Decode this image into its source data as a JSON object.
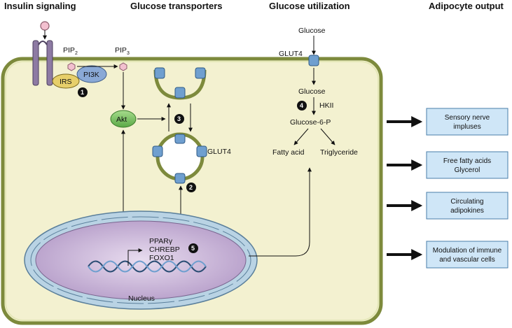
{
  "headers": {
    "insulin_signaling": "Insulin signaling",
    "glucose_transporters": "Glucose transporters",
    "glucose_utilization": "Glucose utilization",
    "adipocyte_output": "Adipocyte output"
  },
  "signaling": {
    "pip2": "PIP",
    "pip2_sub": "2",
    "pip3": "PIP",
    "pip3_sub": "3",
    "irs": "IRS",
    "pi3k": "PI3K",
    "akt": "Akt"
  },
  "transporters": {
    "glut4_vesicle": "GLUT4",
    "glut4_membrane": "GLUT4"
  },
  "utilization": {
    "glucose_top": "Glucose",
    "glucose_inside": "Glucose",
    "hkii": "HKII",
    "g6p": "Glucose-6-P",
    "fatty_acid": "Fatty acid",
    "triglyceride": "Triglyceride"
  },
  "nucleus": {
    "label": "Nucleus",
    "tf1": "PPARγ",
    "tf2": "CHREBP",
    "tf3": "FOXO1"
  },
  "steps": {
    "s1": "1",
    "s2": "2",
    "s3": "3",
    "s4": "4",
    "s5": "5"
  },
  "outputs": {
    "o1_line1": "Sensory nerve",
    "o1_line2": "impluses",
    "o2_line1": "Free fatty acids",
    "o2_line2": "Glycerol",
    "o3_line1": "Circulating",
    "o3_line2": "adipokines",
    "o4_line1": "Modulation of immune",
    "o4_line2": "and vascular cells"
  },
  "colors": {
    "cell_fill": "#f3f1d0",
    "cell_border": "#7d8a3c",
    "nucleus_fill": "#c9b4d6",
    "nucleus_rim": "#b9d3e4",
    "akt": "#7fc46a",
    "irs": "#e7cf6a",
    "pi3k": "#8aa9d6",
    "receptor": "#8d7aa3",
    "glut": "#6f9fcf",
    "output_box": "#cfe6f7"
  }
}
